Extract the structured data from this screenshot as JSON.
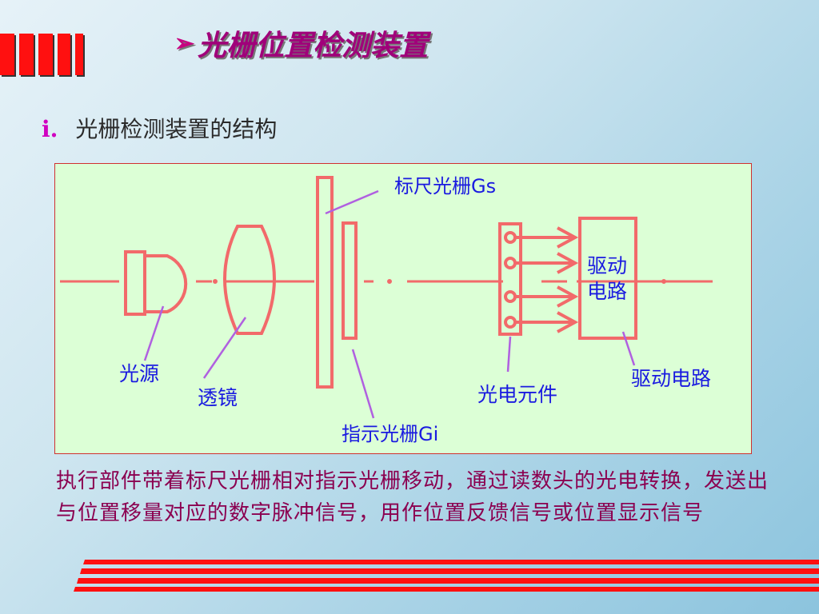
{
  "slide": {
    "title": "光栅位置检测装置",
    "title_marker": "➢",
    "subtitle_number": "i.",
    "subtitle": "光栅检测装置的结构",
    "body": "执行部件带着标尺光栅相对指示光栅移动，通过读数头的光电转换，发送出与位置移量对应的数字脉冲信号，用作位置反馈信号或位置显示信号"
  },
  "diagram": {
    "labels": {
      "scale_grating": "标尺光栅Gs",
      "light_source": "光源",
      "lens": "透镜",
      "index_grating": "指示光栅Gi",
      "photo_element": "光电元件",
      "drive_circuit": "驱动电路",
      "box_line1": "驱动",
      "box_line2": "电路"
    }
  },
  "colors": {
    "title": "#a0007a",
    "shapes": "#f26a6a",
    "labels": "#1a1ae0",
    "leaders": "#b060e0",
    "diagram_bg": "#dcffd6",
    "body_text": "#8b0050",
    "accent_red": "#ff1010"
  }
}
